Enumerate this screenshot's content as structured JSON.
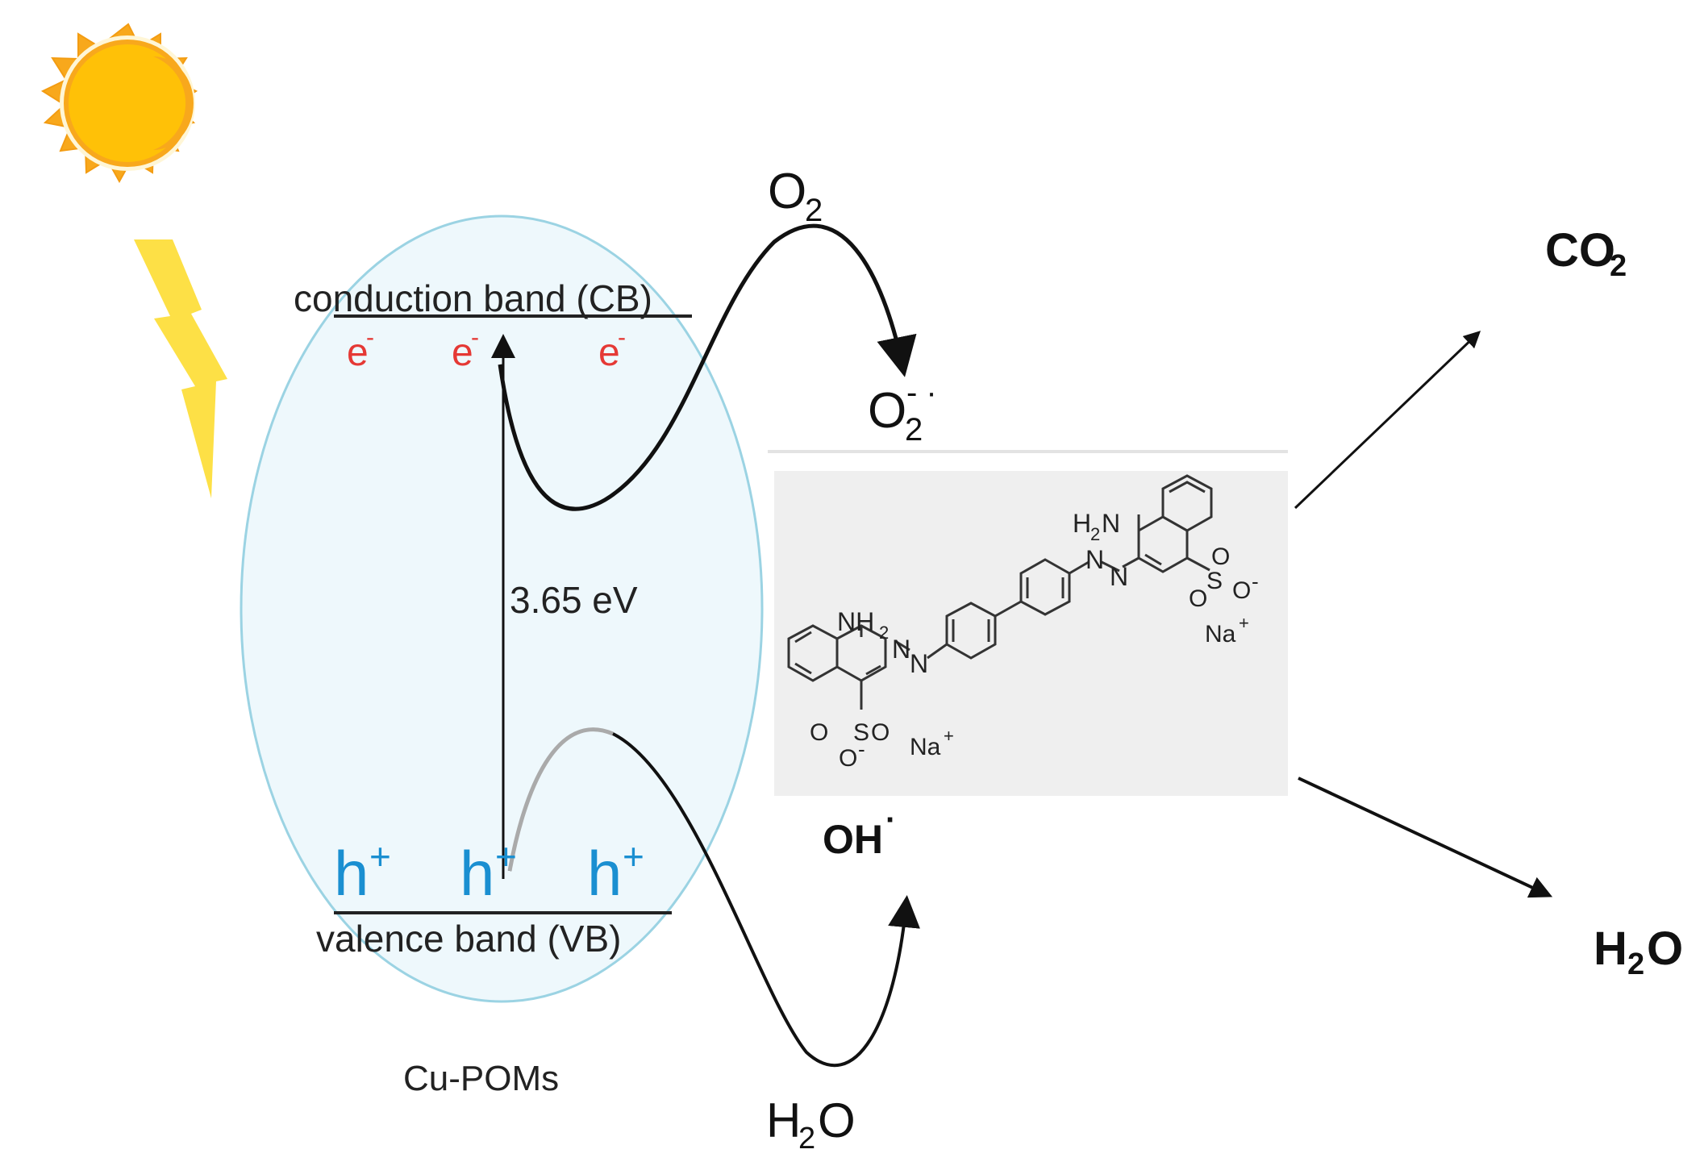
{
  "labels": {
    "cb": "conduction band (CB)",
    "vb": "valence band (VB)",
    "band_gap": "3.65 eV",
    "catalyst": "Cu-POMs",
    "electron": "e",
    "electron_sup": "-",
    "hole": "h",
    "hole_sup": "+",
    "o2_base": "O",
    "o2_sub": "2",
    "superoxide_base": "O",
    "superoxide_sub": "2",
    "superoxide_sup": "- ·",
    "h2o_base_h": "H",
    "h2o_sub": "2",
    "h2o_base_o": "O",
    "oh_base": "OH",
    "oh_sup": "·",
    "co2_base": "CO",
    "co2_sub": "2",
    "h2o_out_h": "H",
    "h2o_out_sub": "2",
    "h2o_out_o": "O"
  },
  "molecule": {
    "nh2_left": "NH",
    "nh2_left_sub": "2",
    "h2n_right_h": "H",
    "h2n_right_sub": "2",
    "h2n_right_n": "N",
    "n": "N",
    "s": "S",
    "o": "O",
    "o_minus": "O",
    "minus": "-",
    "na": "Na",
    "na_sup": "+"
  },
  "colors": {
    "electron": "#e53935",
    "hole": "#1a8fd1",
    "ellipse_fill": "#eef8fc",
    "ellipse_stroke": "#9bd3e3",
    "sun_outer": "#f8a81c",
    "sun_inner": "#ffc107",
    "bolt": "#fde046",
    "molecule_box": "#efefef"
  }
}
